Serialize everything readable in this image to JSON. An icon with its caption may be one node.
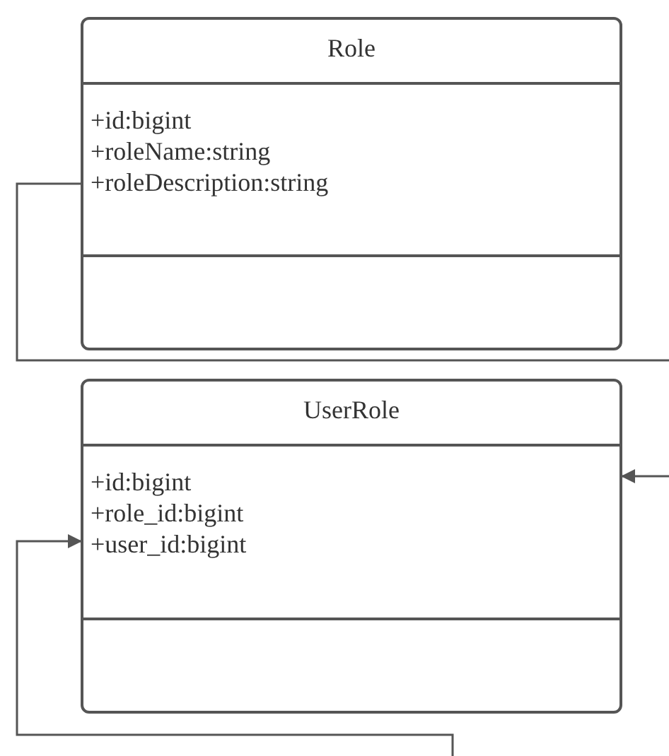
{
  "diagram": {
    "nodes": [
      {
        "text": [
          "Role",
          "+id:bigint",
          "+roleName:string",
          "+roleDescription:string"
        ]
      },
      {
        "text": [
          "UserRole",
          "+id:bigint",
          "+role_id:bigint",
          "+user_id:bigint"
        ]
      }
    ],
    "edges": [
      {
        "from": 0,
        "to": null,
        "arrow": "none"
      },
      {
        "from": null,
        "to": 1,
        "arrow": "to"
      },
      {
        "from": null,
        "to": 1,
        "arrow": "to"
      }
    ]
  }
}
